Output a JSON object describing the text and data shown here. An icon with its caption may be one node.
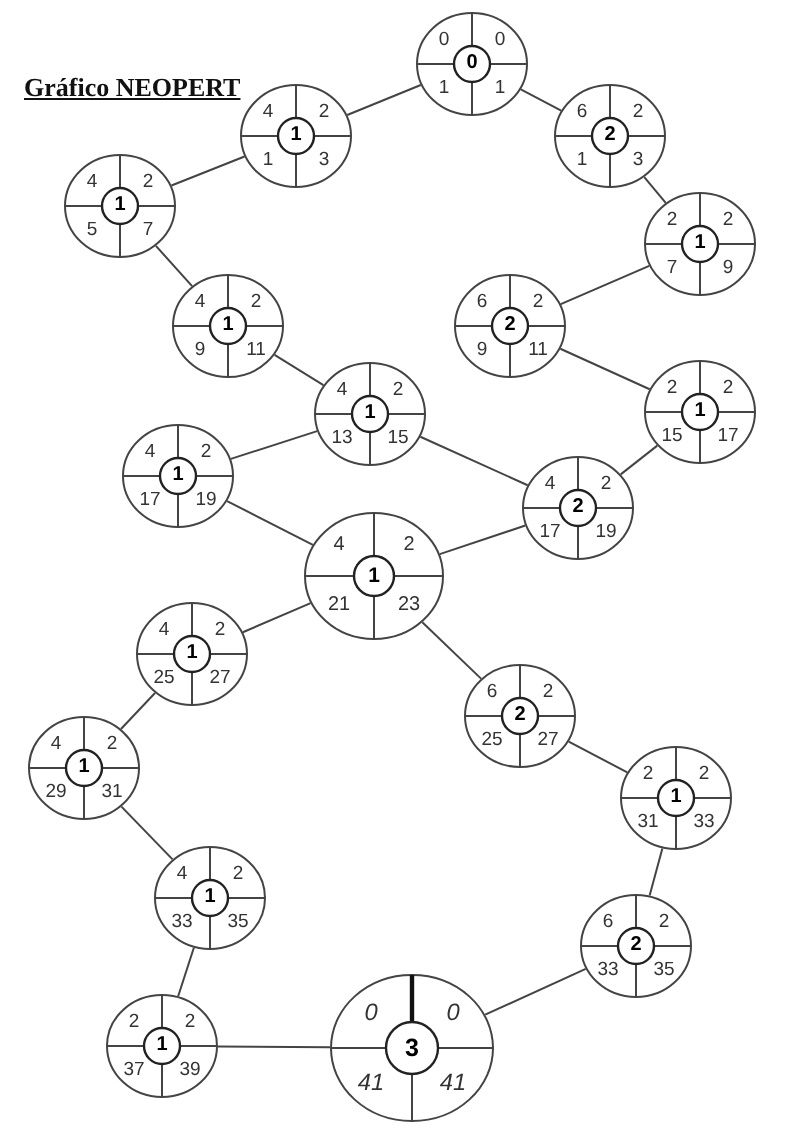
{
  "diagram": {
    "title": "Gráfico NEOPERT",
    "nodes": [
      {
        "text": [
          "0",
          "0",
          "0",
          "1",
          "1"
        ]
      },
      {
        "text": [
          "4",
          "2",
          "1",
          "1",
          "3"
        ]
      },
      {
        "text": [
          "6",
          "2",
          "2",
          "1",
          "3"
        ]
      },
      {
        "text": [
          "4",
          "2",
          "1",
          "5",
          "7"
        ]
      },
      {
        "text": [
          "2",
          "2",
          "1",
          "7",
          "9"
        ]
      },
      {
        "text": [
          "4",
          "2",
          "1",
          "9",
          "11"
        ]
      },
      {
        "text": [
          "6",
          "2",
          "2",
          "9",
          "11"
        ]
      },
      {
        "text": [
          "2",
          "2",
          "1",
          "15",
          "17"
        ]
      },
      {
        "text": [
          "4",
          "2",
          "1",
          "13",
          "15"
        ]
      },
      {
        "text": [
          "4",
          "2",
          "1",
          "17",
          "19"
        ]
      },
      {
        "text": [
          "4",
          "2",
          "2",
          "17",
          "19"
        ]
      },
      {
        "text": [
          "4",
          "2",
          "1",
          "21",
          "23"
        ]
      },
      {
        "text": [
          "4",
          "2",
          "1",
          "25",
          "27"
        ]
      },
      {
        "text": [
          "6",
          "2",
          "2",
          "25",
          "27"
        ]
      },
      {
        "text": [
          "4",
          "2",
          "1",
          "29",
          "31"
        ]
      },
      {
        "text": [
          "2",
          "2",
          "1",
          "31",
          "33"
        ]
      },
      {
        "text": [
          "4",
          "2",
          "1",
          "33",
          "35"
        ]
      },
      {
        "text": [
          "6",
          "2",
          "2",
          "33",
          "35"
        ]
      },
      {
        "text": [
          "2",
          "2",
          "1",
          "37",
          "39"
        ]
      },
      {
        "text": [
          "0",
          "0",
          "3",
          "41",
          "41"
        ]
      }
    ],
    "edges": [
      {
        "from": 0,
        "to": 1,
        "arrow": "none"
      },
      {
        "from": 0,
        "to": 2,
        "arrow": "none"
      },
      {
        "from": 1,
        "to": 3,
        "arrow": "none"
      },
      {
        "from": 2,
        "to": 4,
        "arrow": "none"
      },
      {
        "from": 3,
        "to": 5,
        "arrow": "none"
      },
      {
        "from": 4,
        "to": 6,
        "arrow": "none"
      },
      {
        "from": 5,
        "to": 8,
        "arrow": "none"
      },
      {
        "from": 6,
        "to": 7,
        "arrow": "none"
      },
      {
        "from": 7,
        "to": 10,
        "arrow": "none"
      },
      {
        "from": 8,
        "to": 9,
        "arrow": "none"
      },
      {
        "from": 8,
        "to": 10,
        "arrow": "none"
      },
      {
        "from": 9,
        "to": 11,
        "arrow": "none"
      },
      {
        "from": 10,
        "to": 11,
        "arrow": "none"
      },
      {
        "from": 11,
        "to": 12,
        "arrow": "none"
      },
      {
        "from": 11,
        "to": 13,
        "arrow": "none"
      },
      {
        "from": 12,
        "to": 14,
        "arrow": "none"
      },
      {
        "from": 13,
        "to": 15,
        "arrow": "none"
      },
      {
        "from": 14,
        "to": 16,
        "arrow": "none"
      },
      {
        "from": 15,
        "to": 17,
        "arrow": "none"
      },
      {
        "from": 16,
        "to": 18,
        "arrow": "none"
      },
      {
        "from": 17,
        "to": 19,
        "arrow": "none"
      },
      {
        "from": 18,
        "to": 19,
        "arrow": "none"
      }
    ]
  }
}
